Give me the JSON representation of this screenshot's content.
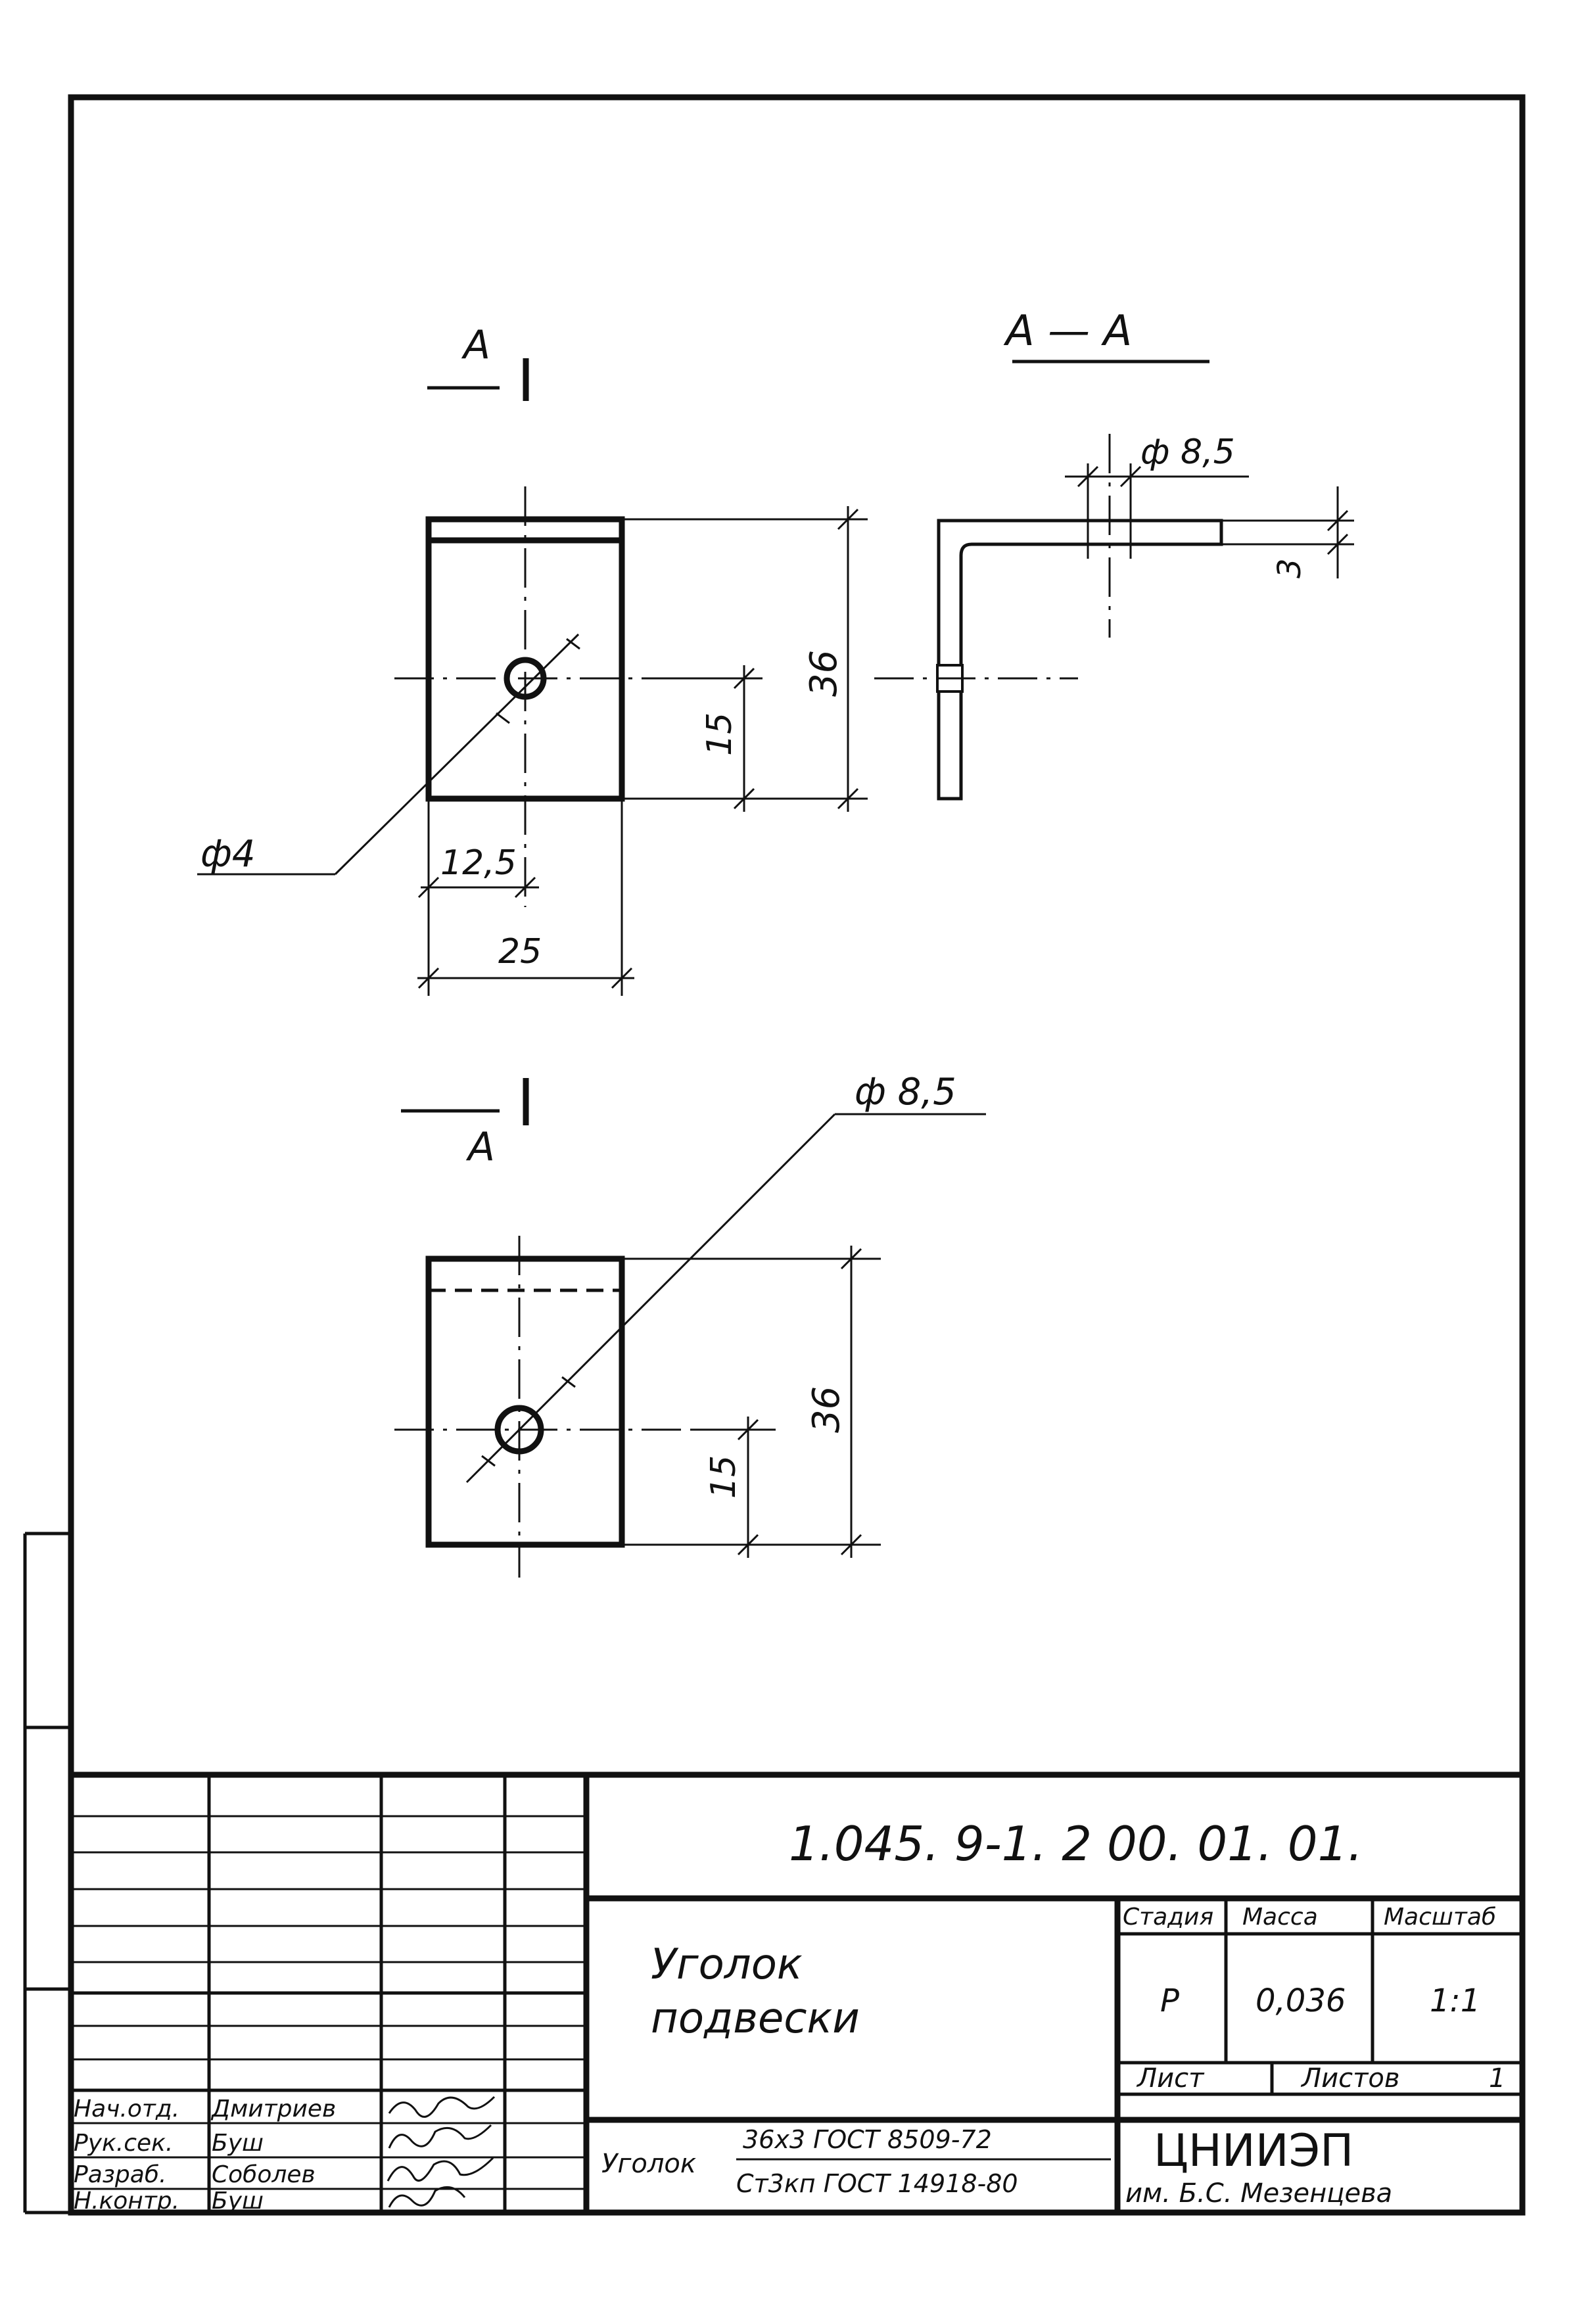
{
  "drawing": {
    "view_top": {
      "section_mark_top": "А",
      "hole_diameter": "ф4",
      "dim_height": "36",
      "dim_hole_height": "15",
      "dim_hole_offset": "12,5",
      "dim_width": "25"
    },
    "section": {
      "title": "А — А",
      "hole_diameter": "ф 8,5",
      "thickness": "3"
    },
    "view_bottom": {
      "section_mark_bottom": "А",
      "hole_diameter": "ф 8,5",
      "dim_height": "36",
      "dim_hole_height": "15"
    }
  },
  "title_block": {
    "designation": "1.045. 9-1. 2 00. 01. 01.",
    "part_name_line1": "Уголок",
    "part_name_line2": "подвески",
    "headers": {
      "stage": "Стадия",
      "mass": "Масса",
      "scale": "Масштаб"
    },
    "values": {
      "stage": "Р",
      "mass": "0,036",
      "scale": "1:1"
    },
    "sheet_label": "Лист",
    "sheets_label": "Листов",
    "sheets_count": "1",
    "material_prefix": "Уголок",
    "material_line1": "36х3 ГОСТ 8509-72",
    "material_line2": "Ст3кп ГОСТ 14918-80",
    "org_name": "ЦНИИЭП",
    "org_sub": "им. Б.С. Мезенцева",
    "staff": [
      {
        "role": "Нач.отд.",
        "name": "Дмитриев"
      },
      {
        "role": "Рук.сек.",
        "name": "Буш"
      },
      {
        "role": "Разраб.",
        "name": "Соболев"
      },
      {
        "role": "Н.контр.",
        "name": "Буш"
      }
    ]
  }
}
